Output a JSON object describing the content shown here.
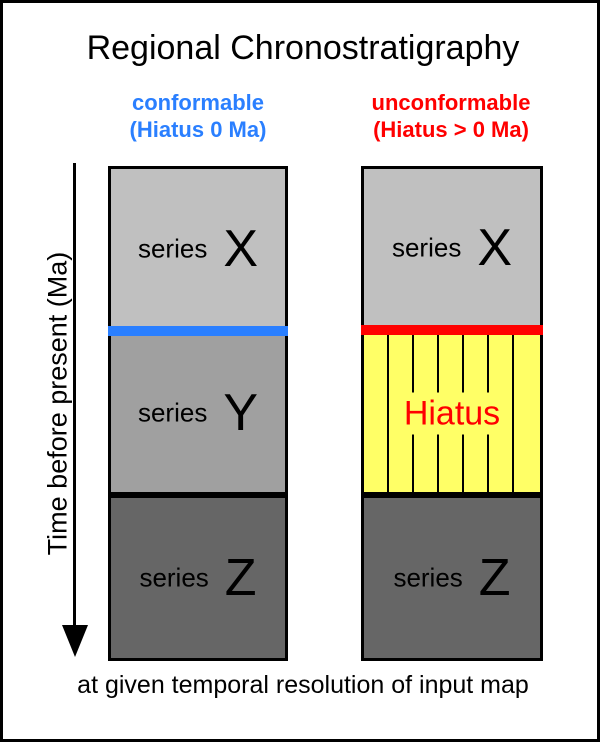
{
  "figure": {
    "title": "Regional Chronostratigraphy",
    "caption": "at given temporal resolution of input map",
    "frame_border_color": "#000000",
    "background": "#ffffff"
  },
  "axis": {
    "label": "Time before present (Ma)",
    "direction": "downward-arrow"
  },
  "columns": [
    {
      "id": "conformable",
      "header_line1": "conformable",
      "header_line2": "(Hiatus 0 Ma)",
      "header_color": "#2a7fff",
      "blocks": [
        {
          "name": "series-x",
          "word": "series",
          "letter": "X",
          "fill": "#c0c0c0"
        },
        {
          "name": "series-y",
          "word": "series",
          "letter": "Y",
          "fill": "#a0a0a0"
        },
        {
          "name": "series-z",
          "word": "series",
          "letter": "Z",
          "fill": "#666666"
        }
      ],
      "boundary": {
        "name": "conformable-contact",
        "color": "#2a7fff"
      }
    },
    {
      "id": "unconformable",
      "header_line1": "unconformable",
      "header_line2": "(Hiatus > 0 Ma)",
      "header_color": "#ff0000",
      "blocks": [
        {
          "name": "series-x",
          "word": "series",
          "letter": "X",
          "fill": "#c0c0c0"
        },
        {
          "name": "hiatus",
          "word": "Hiatus",
          "letter": "",
          "fill": "#ffff66"
        },
        {
          "name": "series-z",
          "word": "series",
          "letter": "Z",
          "fill": "#666666"
        }
      ],
      "boundary": {
        "name": "unconformity-surface",
        "color": "#ff0000"
      },
      "hiatus_label": "Hiatus",
      "hiatus_label_color": "#ff0000",
      "hatch_line_count": 6
    }
  ]
}
